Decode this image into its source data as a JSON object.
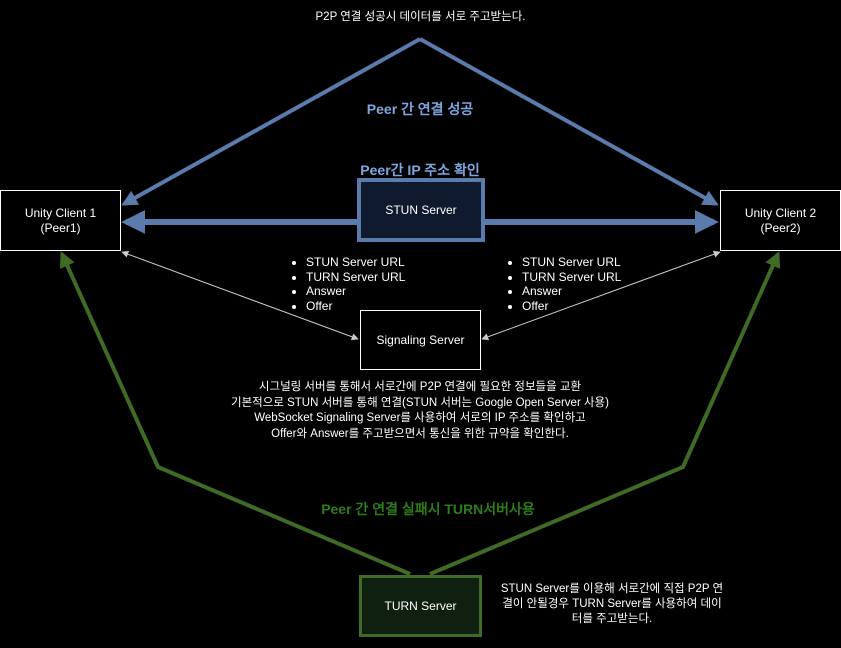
{
  "top_caption": "P2P 연결 성공시 데이터를 서로 주고받는다.",
  "peer_success_title": "Peer 간 연결 성공",
  "peer_ip_title": "Peer간 IP 주소 확인",
  "peer_fail_title": "Peer 간 연결 실패시 TURN서버사용",
  "nodes": {
    "client1": "Unity Client 1\n(Peer1)",
    "client2": "Unity Client 2\n(Peer2)",
    "stun": "STUN Server",
    "signaling": "Signaling Server",
    "turn": "TURN Server"
  },
  "left_bullets": [
    "STUN Server URL",
    "TURN Server URL",
    "Answer",
    "Offer"
  ],
  "right_bullets": [
    "STUN Server URL",
    "TURN Server URL",
    "Answer",
    "Offer"
  ],
  "signaling_notes": [
    "시그널링 서버를 통해서 서로간에 P2P 연결에 필요한 정보들을 교환",
    "기본적으로 STUN 서버를 통해 연결(STUN 서버는 Google Open Server 사용)",
    "WebSocket Signaling Server를 사용하여 서로의 IP 주소를 확인하고",
    "Offer와 Answer를 주고받으면서 통신을 위한 규약을 확인한다."
  ],
  "turn_notes": [
    "STUN Server를 이용해 서로간에 직접 P2P 연",
    "결이 안될경우 TURN Server를 사용하여 데이",
    "터를 주고받는다."
  ],
  "colors": {
    "blue": "#5a7bab",
    "blue_text": "#7ea6e0",
    "green": "#3f6b25",
    "green_text": "#2d7d1a",
    "gray": "#b0b0b0"
  }
}
